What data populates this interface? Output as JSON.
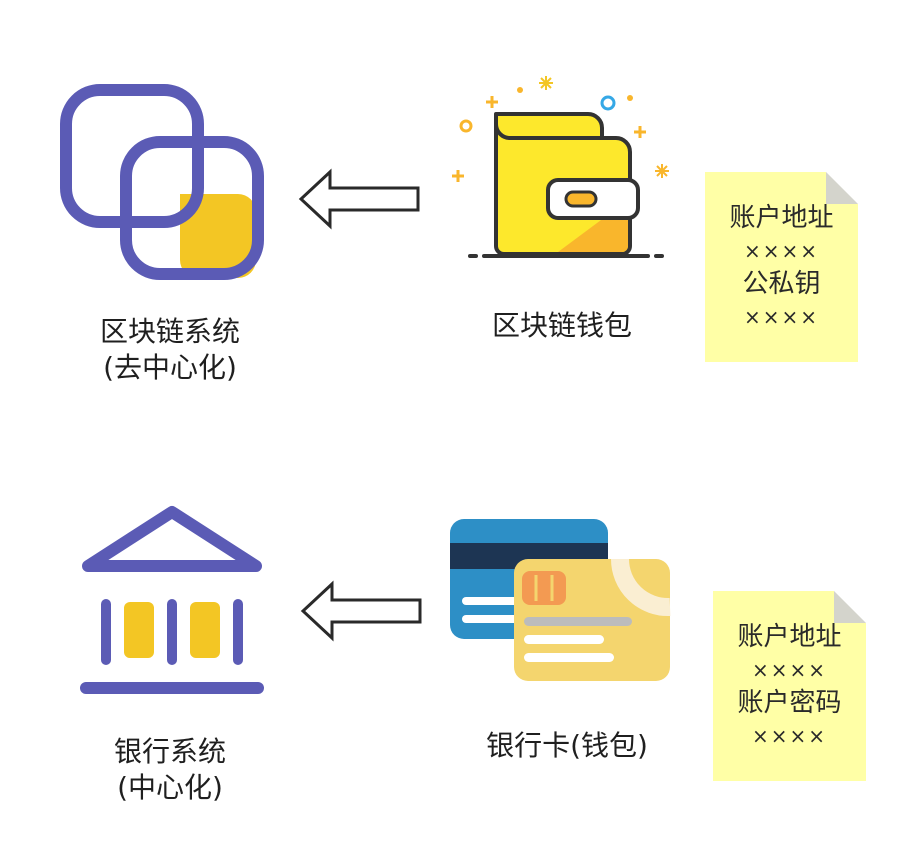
{
  "rows": [
    {
      "system_label_line1": "区块链系统",
      "system_label_line2": "(去中心化)",
      "system_icon": "blockchain-squares-icon",
      "wallet_label": "区块链钱包",
      "wallet_icon": "wallet-icon",
      "note": {
        "field1_label": "账户地址",
        "field1_value": "××××",
        "field2_label": "公私钥",
        "field2_value": "××××"
      }
    },
    {
      "system_label_line1": "银行系统",
      "system_label_line2": "(中心化)",
      "system_icon": "bank-icon",
      "wallet_label": "银行卡(钱包)",
      "wallet_icon": "bank-cards-icon",
      "note": {
        "field1_label": "账户地址",
        "field1_value": "××××",
        "field2_label": "账户密码",
        "field2_value": "××××"
      }
    }
  ],
  "colors": {
    "purple": "#5b5bb5",
    "gold": "#f3c624",
    "wallet_yellow": "#fde82c",
    "wallet_orange": "#f9b62c",
    "note_yellow": "#ffffa6",
    "card_blue": "#2d8fc6",
    "card_gold": "#f4d56e"
  }
}
